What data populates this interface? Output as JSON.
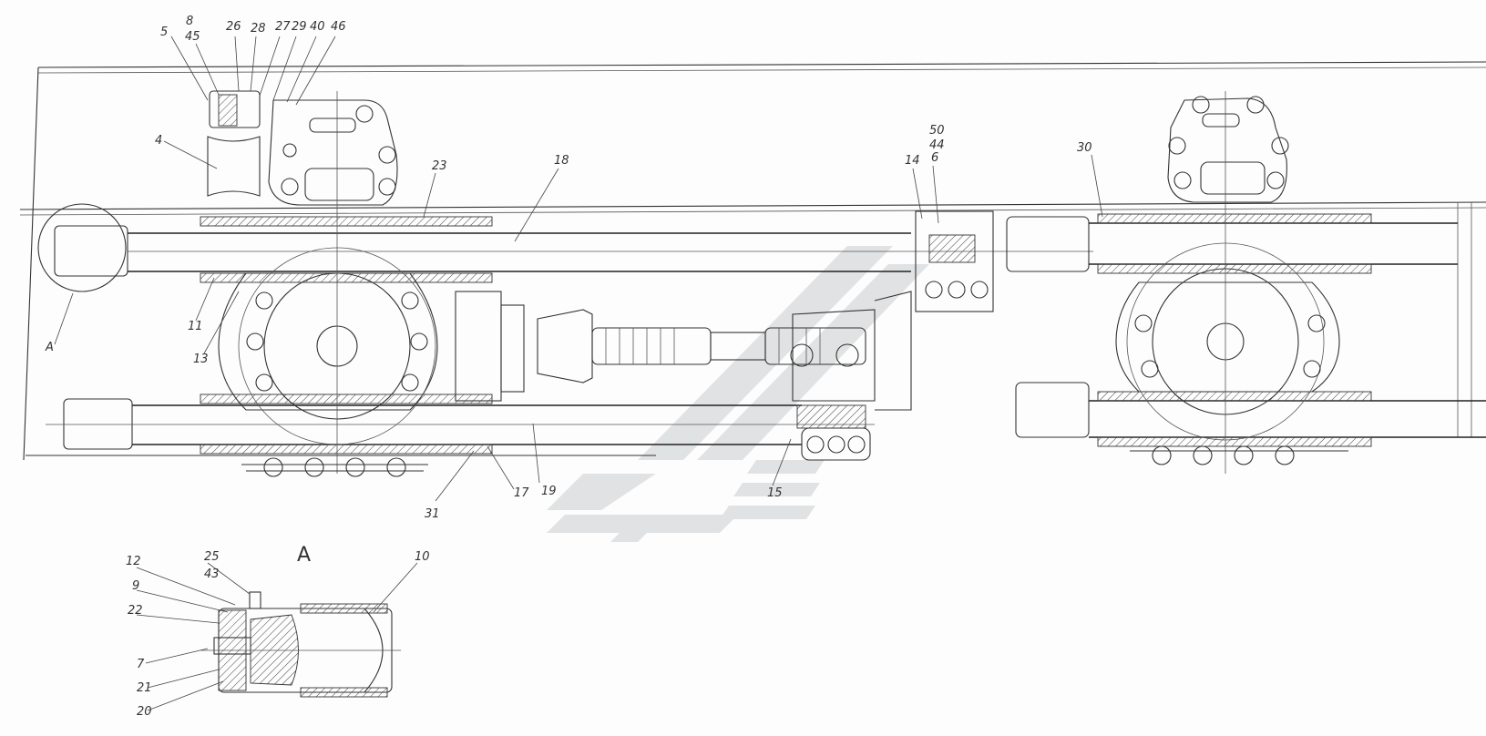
{
  "view_title": "A",
  "callouts": [
    "5",
    "8",
    "45",
    "26",
    "28",
    "27",
    "29",
    "40",
    "46",
    "4",
    "23",
    "18",
    "50",
    "44",
    "6",
    "14",
    "30",
    "A",
    "11",
    "13",
    "31",
    "17",
    "19",
    "15",
    "12",
    "9",
    "22",
    "7",
    "21",
    "20",
    "25",
    "43",
    "10"
  ],
  "watermark_color": "#c9cdd0"
}
